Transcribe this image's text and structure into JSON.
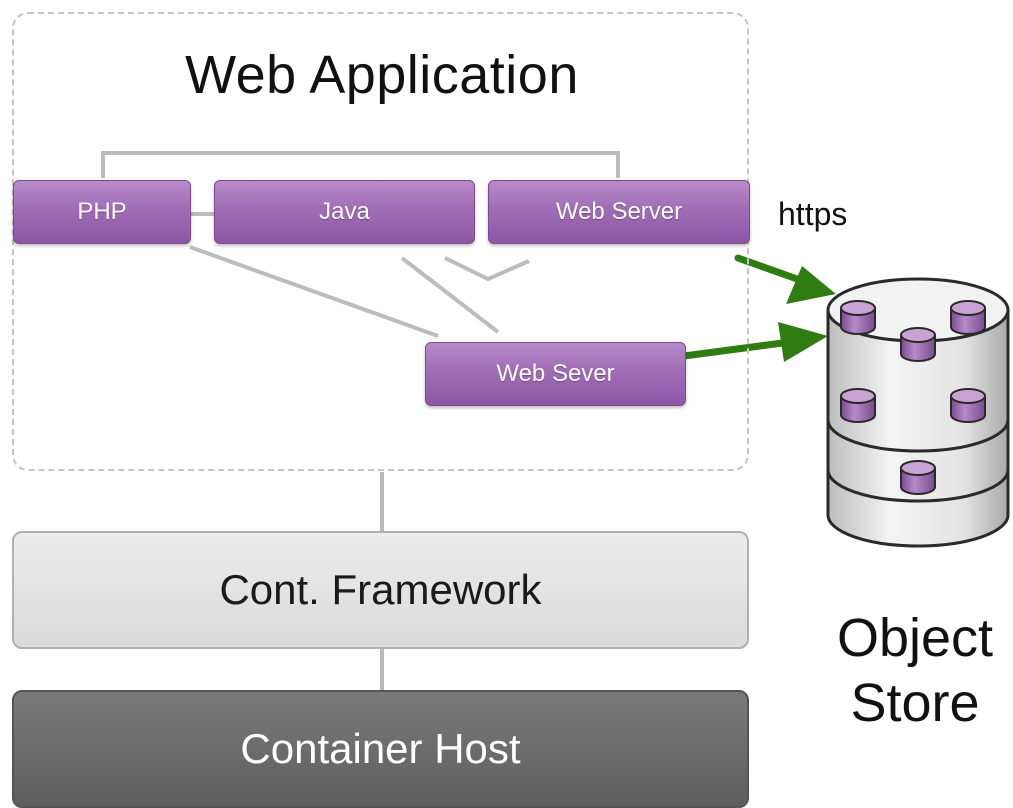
{
  "web_application": {
    "title": "Web Application",
    "components": {
      "php": "PHP",
      "java": "Java",
      "web_server": "Web Server",
      "web_sever": "Web Sever"
    }
  },
  "layers": {
    "framework": "Cont. Framework",
    "host": "Container Host"
  },
  "protocol_label": "https",
  "object_store": {
    "line1": "Object",
    "line2": "Store"
  },
  "colors": {
    "component_purple": "#a06db5",
    "arrow_green": "#2e7d10",
    "host_gray": "#6a6a6a",
    "framework_gray": "#e2e2e2"
  }
}
